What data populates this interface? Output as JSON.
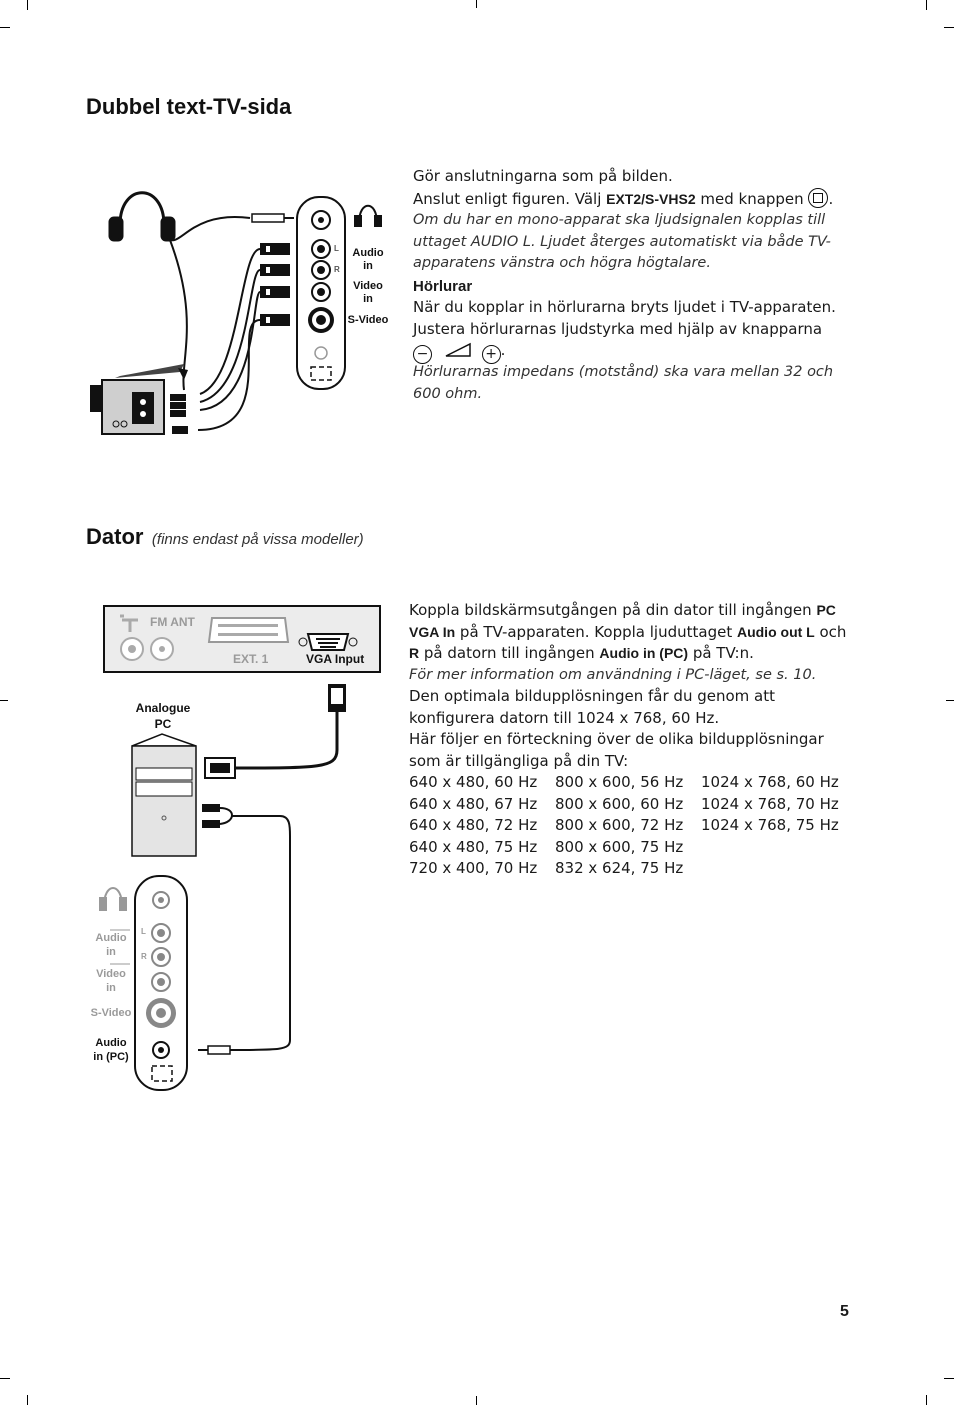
{
  "page_number": "5",
  "section1": {
    "title": "Dubbel text-TV-sida",
    "p1": "Gör anslutningarna som på bilden.",
    "p2_pre": "Anslut enligt figuren. Välj ",
    "p2_bold": "EXT2/S-VHS2",
    "p2_post": " med knappen",
    "note": "Om du har en mono-apparat ska ljudsignalen kopplas till uttaget AUDIO L. Ljudet återges automatiskt via både TV-apparatens vänstra och högra högtalare.",
    "sub_heading": "Hörlurar",
    "p3": "När du kopplar in hörlurarna bryts ljudet i TV-apparaten.",
    "p4": "Justera hörlurarnas ljudstyrka med hjälp av knapparna",
    "note2": "Hörlurarnas impedans (motstånd) ska vara mellan 32 och 600 ohm.",
    "panel_labels": {
      "L": "L",
      "R": "R",
      "audio": "Audio",
      "audio_in": "in",
      "video": "Video",
      "video_in": "in",
      "svideo": "S-Video"
    }
  },
  "section2": {
    "title": "Dator",
    "subtitle": "(finns endast på vissa modeller)",
    "p1_a": "Koppla bildskärmsutgången på din dator till ingången ",
    "p1_b": "PC VGA In",
    "p1_c": " på TV-apparaten. Koppla ljuduttaget ",
    "p1_d": "Audio out L",
    "p1_e": " och ",
    "p1_f": "R",
    "p1_g": " på datorn till ingången ",
    "p1_h": "Audio in (PC)",
    "p1_i": " på TV:n.",
    "note": "För mer information om användning i PC-läget, se s. 10.",
    "p2": "Den optimala bildupplösningen får du genom att konfigurera datorn till 1024 x 768, 60 Hz.",
    "p3": "Här följer en förteckning över de olika bildupplösningar som är tillgängliga på din TV:",
    "resolutions": [
      [
        "640 x 480, 60 Hz",
        "800 x 600, 56 Hz",
        "1024 x 768, 60 Hz"
      ],
      [
        "640 x 480, 67 Hz",
        "800 x 600, 60 Hz",
        "1024 x 768, 70 Hz"
      ],
      [
        "640 x 480, 72 Hz",
        "800 x 600, 72 Hz",
        "1024 x 768, 75 Hz"
      ],
      [
        "640 x 480, 75 Hz",
        "800 x 600, 75 Hz",
        ""
      ],
      [
        "720 x 400, 70 Hz",
        "832 x 624, 75 Hz",
        ""
      ]
    ],
    "diagram": {
      "fm_ant": "FM ANT",
      "ext1": "EXT. 1",
      "vga_input": "VGA Input",
      "pc_line1": "Analogue",
      "pc_line2": "PC",
      "L": "L",
      "R": "R",
      "audio": "Audio",
      "audio_in": "in",
      "video": "Video",
      "video_in": "in",
      "svideo": "S-Video",
      "audio_pc1": "Audio",
      "audio_pc2": "in (PC)"
    }
  }
}
